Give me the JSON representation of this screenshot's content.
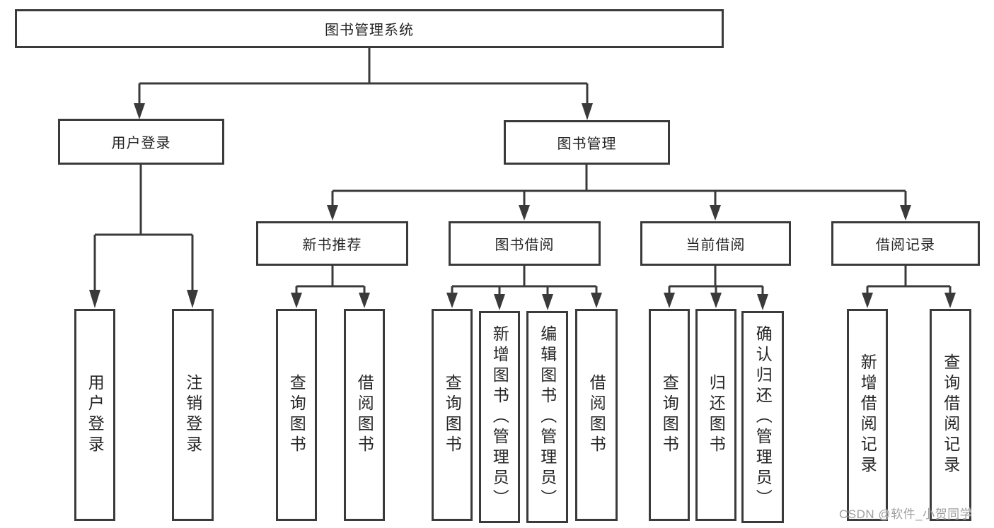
{
  "colors": {
    "line": "#3a3a3a",
    "text": "#262626",
    "watermark": "#a0a0a0",
    "background": "#ffffff"
  },
  "watermark": {
    "text": "CSDN @软件_小贺同学"
  },
  "tree": {
    "label": "图书管理系统",
    "children": [
      {
        "label": "用户登录",
        "children": [
          {
            "label": "用户登录"
          },
          {
            "label": "注销登录"
          }
        ]
      },
      {
        "label": "图书管理",
        "children": [
          {
            "label": "新书推荐",
            "children": [
              {
                "label": "查询图书"
              },
              {
                "label": "借阅图书"
              }
            ]
          },
          {
            "label": "图书借阅",
            "children": [
              {
                "label": "查询图书"
              },
              {
                "label": "新增图书（管理员）"
              },
              {
                "label": "编辑图书（管理员）"
              },
              {
                "label": "借阅图书"
              }
            ]
          },
          {
            "label": "当前借阅",
            "children": [
              {
                "label": "查询图书"
              },
              {
                "label": "归还图书"
              },
              {
                "label": "确认归还（管理员）"
              }
            ]
          },
          {
            "label": "借阅记录",
            "children": [
              {
                "label": "新增借阅记录"
              },
              {
                "label": "查询借阅记录"
              }
            ]
          }
        ]
      }
    ]
  }
}
